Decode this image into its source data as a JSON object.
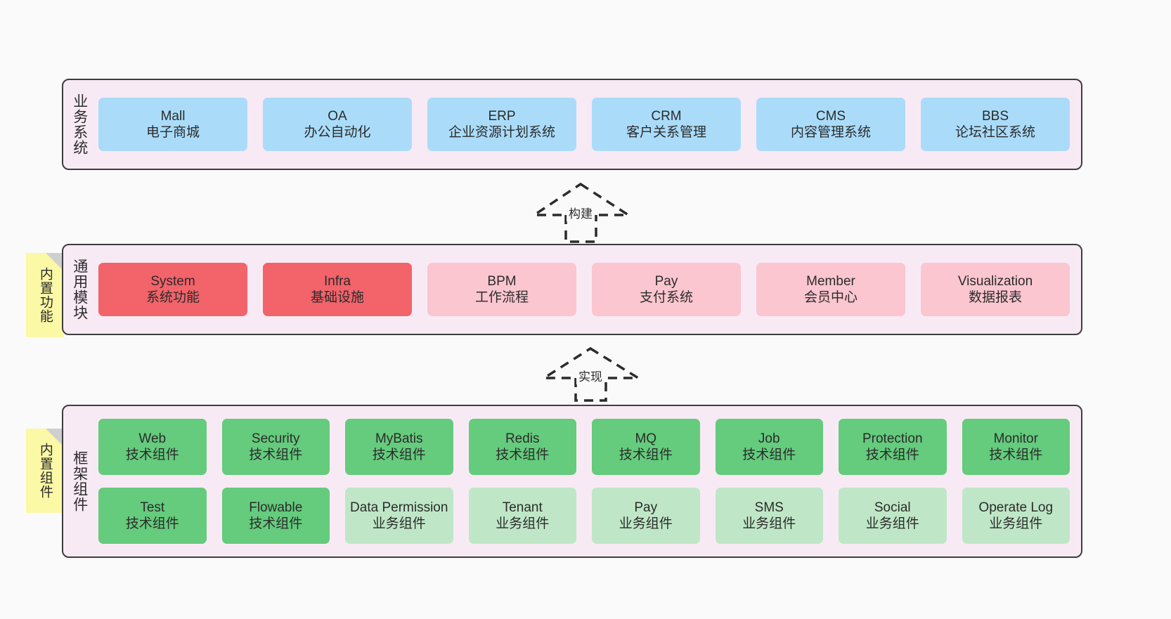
{
  "diagram": {
    "background": "#fafafa",
    "panel_fill": "#f8eaf5",
    "panel_stroke": "#3d3d3d",
    "note_fill": "#fbf8a6",
    "note_fold": "#cfcfcf"
  },
  "layers": [
    {
      "id": "business-system",
      "title": "业务系统",
      "rows": [
        {
          "nodes": [
            {
              "title": "Mall",
              "sub": "电子商城",
              "color": "#aadcfa",
              "tone": "blue"
            },
            {
              "title": "OA",
              "sub": "办公自动化",
              "color": "#aadcfa",
              "tone": "blue"
            },
            {
              "title": "ERP",
              "sub": "企业资源计划系统",
              "color": "#aadcfa",
              "tone": "blue"
            },
            {
              "title": "CRM",
              "sub": "客户关系管理",
              "color": "#aadcfa",
              "tone": "blue"
            },
            {
              "title": "CMS",
              "sub": "内容管理系统",
              "color": "#aadcfa",
              "tone": "blue"
            },
            {
              "title": "BBS",
              "sub": "论坛社区系统",
              "color": "#aadcfa",
              "tone": "blue"
            }
          ]
        }
      ]
    },
    {
      "id": "common-module",
      "title": "通用模块",
      "note": "内置功能",
      "rows": [
        {
          "nodes": [
            {
              "title": "System",
              "sub": "系统功能",
              "color": "#f2636a",
              "tone": "red"
            },
            {
              "title": "Infra",
              "sub": "基础设施",
              "color": "#f2636a",
              "tone": "red"
            },
            {
              "title": "BPM",
              "sub": "工作流程",
              "color": "#fbc6cf",
              "tone": "pink"
            },
            {
              "title": "Pay",
              "sub": "支付系统",
              "color": "#fbc6cf",
              "tone": "pink"
            },
            {
              "title": "Member",
              "sub": "会员中心",
              "color": "#fbc6cf",
              "tone": "pink"
            },
            {
              "title": "Visualization",
              "sub": "数据报表",
              "color": "#fbc6cf",
              "tone": "pink"
            }
          ]
        }
      ]
    },
    {
      "id": "framework-component",
      "title": "框架组件",
      "note": "内置组件",
      "rows": [
        {
          "nodes": [
            {
              "title": "Web",
              "sub": "技术组件",
              "color": "#65cb7d",
              "tone": "green"
            },
            {
              "title": "Security",
              "sub": "技术组件",
              "color": "#65cb7d",
              "tone": "green"
            },
            {
              "title": "MyBatis",
              "sub": "技术组件",
              "color": "#65cb7d",
              "tone": "green"
            },
            {
              "title": "Redis",
              "sub": "技术组件",
              "color": "#65cb7d",
              "tone": "green"
            },
            {
              "title": "MQ",
              "sub": "技术组件",
              "color": "#65cb7d",
              "tone": "green"
            },
            {
              "title": "Job",
              "sub": "技术组件",
              "color": "#65cb7d",
              "tone": "green"
            },
            {
              "title": "Protection",
              "sub": "技术组件",
              "color": "#65cb7d",
              "tone": "green"
            },
            {
              "title": "Monitor",
              "sub": "技术组件",
              "color": "#65cb7d",
              "tone": "green"
            }
          ]
        },
        {
          "nodes": [
            {
              "title": "Test",
              "sub": "技术组件",
              "color": "#65cb7d",
              "tone": "green"
            },
            {
              "title": "Flowable",
              "sub": "技术组件",
              "color": "#65cb7d",
              "tone": "green"
            },
            {
              "title": "Data Permission",
              "sub": "业务组件",
              "color": "#bfe7c7",
              "tone": "lightgreen"
            },
            {
              "title": "Tenant",
              "sub": "业务组件",
              "color": "#bfe7c7",
              "tone": "lightgreen"
            },
            {
              "title": "Pay",
              "sub": "业务组件",
              "color": "#bfe7c7",
              "tone": "lightgreen"
            },
            {
              "title": "SMS",
              "sub": "业务组件",
              "color": "#bfe7c7",
              "tone": "lightgreen"
            },
            {
              "title": "Social",
              "sub": "业务组件",
              "color": "#bfe7c7",
              "tone": "lightgreen"
            },
            {
              "title": "Operate Log",
              "sub": "业务组件",
              "color": "#bfe7c7",
              "tone": "lightgreen"
            }
          ]
        }
      ]
    }
  ],
  "connectors": [
    {
      "id": "build",
      "label": "构建"
    },
    {
      "id": "implement",
      "label": "实现"
    }
  ]
}
